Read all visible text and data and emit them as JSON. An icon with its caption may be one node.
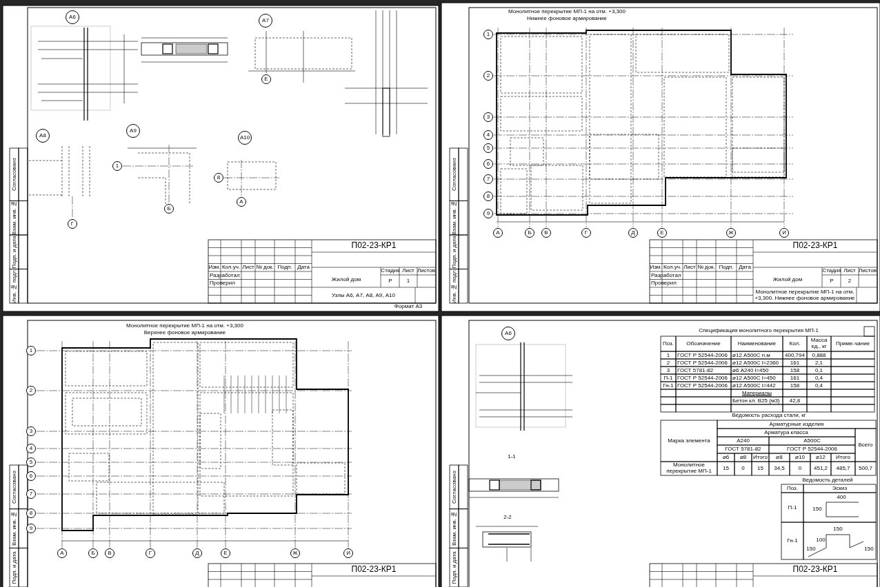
{
  "diagram": {
    "labels": [
      "А6",
      "А7",
      "А8",
      "А9",
      "А10",
      "Г",
      "Б",
      "1",
      "А",
      "8",
      "Е",
      "П02-23-КР1",
      "Изм.",
      "Кол.уч.",
      "Лист",
      "№ док.",
      "Подп.",
      "Дата",
      "Разработал",
      "Проверил",
      "Жилой дом",
      "Стадия",
      "Лист",
      "Листов",
      "Р",
      "1",
      "Узлы А6, А7, А8, А9, А10",
      "Формат А3",
      "Согласовано",
      "Взам. инв. №",
      "Подп. и дата",
      "Инв. № подл.",
      "Монолитное перекрытие МП-1 на отм. +3,300",
      "Нижнее фоновое армирование",
      "1",
      "2",
      "3",
      "4",
      "5",
      "6",
      "7",
      "8",
      "9",
      "А",
      "Б",
      "В",
      "Г",
      "Д",
      "Е",
      "Ж",
      "И",
      "П02-23-КР1",
      "Изм.",
      "Кол.уч.",
      "Лист",
      "№ док.",
      "Подп.",
      "Дата",
      "Разработал",
      "Проверил",
      "Жилой дом",
      "Стадия",
      "Лист",
      "Листов",
      "Р",
      "2",
      "Монолитное перекрытие МП-1 на отм. +3,300. Нижнее фоновое армирование",
      "Согласовано",
      "Взам. инв. №",
      "Подп. и дата",
      "Инв. № подл.",
      "Монолитное перекрытие МП-1 на отм. +3,300",
      "Верхнее фоновое армирование",
      "1",
      "2",
      "3",
      "4",
      "5",
      "6",
      "7",
      "8",
      "9",
      "А",
      "Б",
      "В",
      "Г",
      "Д",
      "Е",
      "Ж",
      "И",
      "П02-23-КР1",
      "Согласовано",
      "Взам. инв. №",
      "Подп. и дата",
      "А6",
      "1-1",
      "2-2",
      "Спецификация монолитного перекрытия МП-1",
      "Поз.",
      "Обозначение",
      "Наименование",
      "Кол.",
      "Масса ед., кг",
      "Приме-чание",
      "1",
      "ГОСТ Р 52544-2006",
      "⌀12 А500С п.м",
      "400,794",
      "0,888",
      "2",
      "ГОСТ Р 52544-2006",
      "⌀12 А500С l=2360",
      "161",
      "2,1",
      "3",
      "ГОСТ 5781-82",
      "⌀6 А240 l=450",
      "158",
      "0,1",
      "П-1",
      "ГОСТ Р 52544-2006",
      "⌀12 А500С l=450",
      "161",
      "0,4",
      "Гн-1",
      "ГОСТ Р 52544-2006",
      "⌀12 А500С l=442",
      "158",
      "0,4",
      "Материалы",
      "Бетон кл. B25 (м3)",
      "42,8",
      "Ведомость расхода стали, кг",
      "Марка элемента",
      "Арматурные изделия",
      "Арматура класса",
      "Всего",
      "А240",
      "А500С",
      "ГОСТ 5781-82",
      "ГОСТ Р 52544-2006",
      "⌀6",
      "⌀8",
      "Итого",
      "⌀8",
      "⌀10",
      "⌀12",
      "Итого",
      "Монолитное перекрытие МП-1",
      "15",
      "0",
      "15",
      "34,5",
      "0",
      "451,2",
      "485,7",
      "500,7",
      "Ведомость деталей",
      "Поз.",
      "Эскиз",
      "П-1",
      "400",
      "150",
      "Гн-1",
      "150",
      "100",
      "150",
      "150",
      "П02-23-КР1",
      "Согласовано",
      "Взам. инв. №",
      "Подп. и дата"
    ]
  }
}
